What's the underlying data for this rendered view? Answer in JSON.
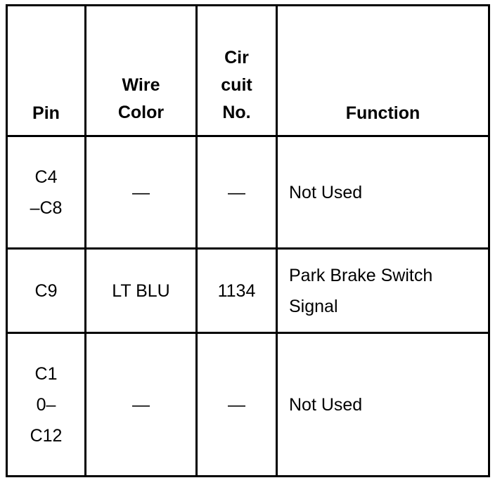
{
  "table": {
    "headers": {
      "pin": "Pin",
      "wire_color_line1": "Wire",
      "wire_color_line2": "Color",
      "circuit_line1": "Cir",
      "circuit_line2": "cuit",
      "circuit_line3": "No.",
      "function": "Function"
    },
    "rows": [
      {
        "pin_line1": "C4",
        "pin_line2": "–C8",
        "pin_line3": "",
        "wire_color": "—",
        "circuit": "—",
        "function": "Not Used"
      },
      {
        "pin_line1": "C9",
        "pin_line2": "",
        "pin_line3": "",
        "wire_color": "LT BLU",
        "circuit": "1134",
        "function": "Park Brake Switch Signal"
      },
      {
        "pin_line1": "C1",
        "pin_line2": "0–",
        "pin_line3": "C12",
        "wire_color": "—",
        "circuit": "—",
        "function": "Not Used"
      }
    ]
  }
}
